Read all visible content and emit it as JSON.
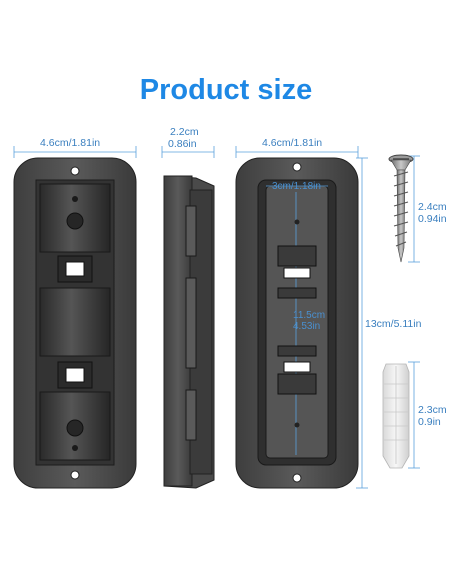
{
  "title": "Product size",
  "colors": {
    "title": "#1e88e5",
    "dimension_line": "#5aa0dc",
    "dimension_text": "#3a7fbf",
    "plate": "#4a4a4a",
    "plate_edge": "#2a2a2a",
    "screw": "#8a8a8a",
    "anchor": "#e8e8e8"
  },
  "dimensions": {
    "front_width": "4.6cm/1.81in",
    "side_depth_cm": "2.2cm",
    "side_depth_in": "0.86in",
    "back_width": "4.6cm/1.81in",
    "inner_width": "3cm/1.18in",
    "inner_height_cm": "11.5cm",
    "inner_height_in": "4.53in",
    "total_height": "13cm/5.11in",
    "screw_length_cm": "2.4cm",
    "screw_length_in": "0.94in",
    "anchor_length_cm": "2.3cm",
    "anchor_length_in": "0.9in"
  }
}
